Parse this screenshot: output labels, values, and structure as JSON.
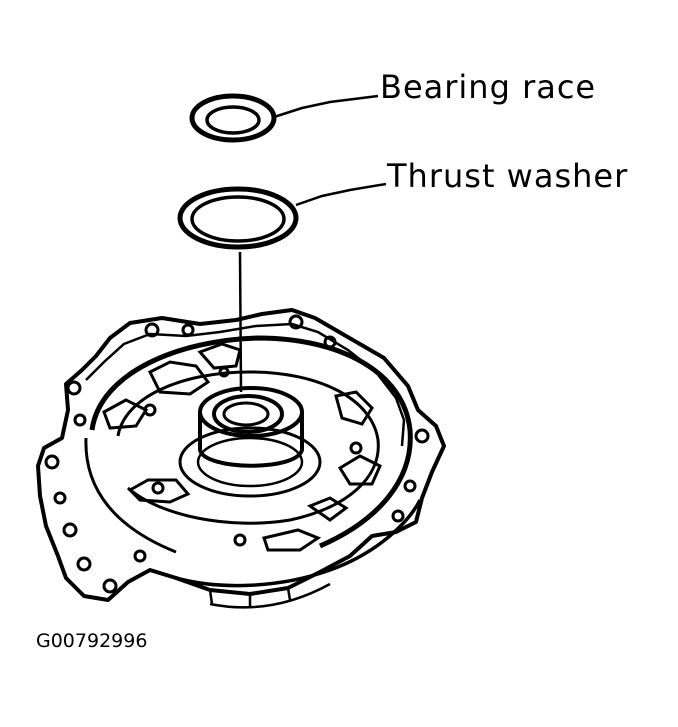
{
  "labels": {
    "bearing_race": "Bearing race",
    "thrust_washer": "Thrust washer"
  },
  "figure_id": "G00792996"
}
